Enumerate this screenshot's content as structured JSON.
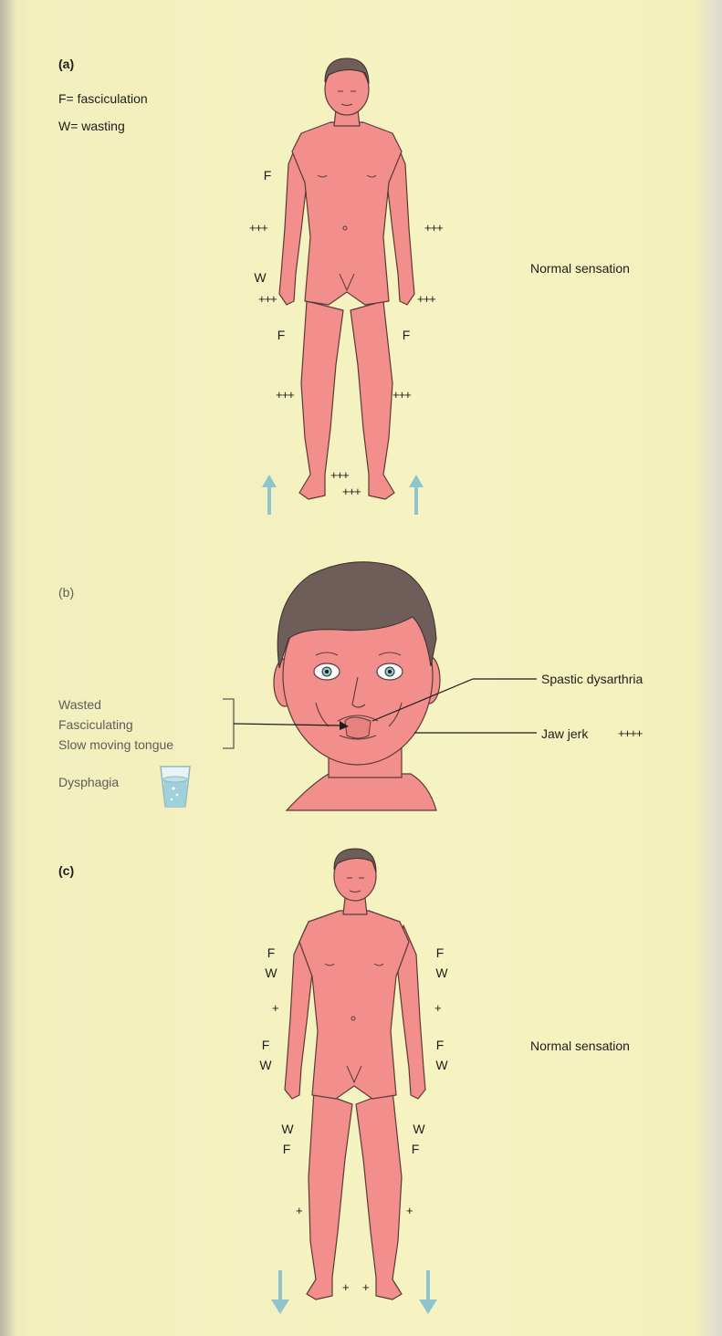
{
  "panel_a": {
    "label": "(a)",
    "legend_fasciculation": "F= fasciculation",
    "legend_wasting": "W= wasting",
    "mark_f": "F",
    "mark_w": "W",
    "reflex_mark": "+++",
    "sensation": "Normal sensation",
    "plantar_direction": "up"
  },
  "panel_b": {
    "label": "(b)",
    "tongue_signs": [
      "Wasted",
      "Fasciculating",
      "Slow moving tongue"
    ],
    "dysphagia": "Dysphagia",
    "spastic_dysarthria": "Spastic dysarthria",
    "jaw_jerk": "Jaw jerk",
    "jaw_jerk_mark": "++++"
  },
  "panel_c": {
    "label": "(c)",
    "mark_f": "F",
    "mark_w": "W",
    "reflex_mark": "+",
    "sensation": "Normal sensation",
    "plantar_direction": "down"
  },
  "colors": {
    "page": "#f4f1be",
    "skin": "#f28f8c",
    "skin_outline": "#5a3a36",
    "hair": "#6e5d58",
    "arrow": "#8fc4cf"
  }
}
